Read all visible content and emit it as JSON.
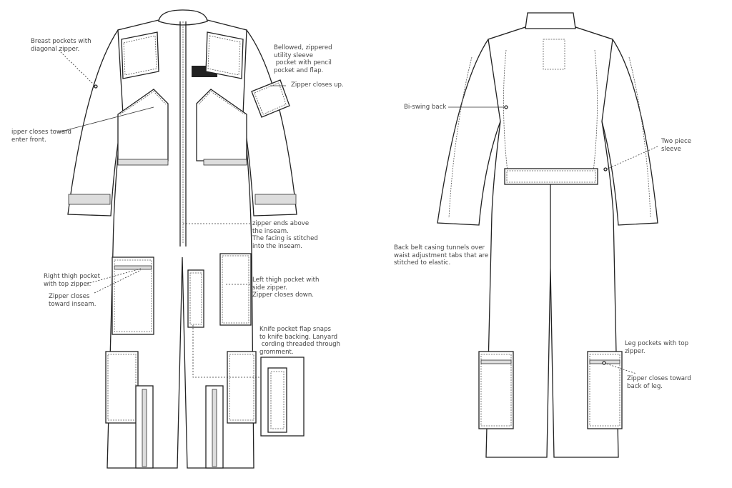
{
  "front_annotations": {
    "breast_pockets": "Breast pockets with\ndiagonal zipper.",
    "zipper_center_front": "ipper closes toward\nenter front.",
    "sleeve_pocket": "Bellowed, zippered\nutility sleeve\n pocket with pencil\npocket and flap.",
    "zipper_closes_up": "Zipper closes up.",
    "zipper_inseam": "zipper ends above\nthe inseam.\nThe facing is stitched\ninto the inseam.",
    "right_thigh_pocket": "Right thigh pocket\nwith top zipper.",
    "zipper_toward_inseam": "Zipper closes\ntoward inseam.",
    "left_thigh_pocket": "Left thigh pocket with\nside zipper.\nZipper closes down.",
    "knife_pocket": "Knife pocket flap snaps\nto knife backing. Lanyard\n cording threaded through\ngromment."
  },
  "back_annotations": {
    "bi_swing": "Bi-swing back",
    "two_piece_sleeve": "Two piece\nsleeve",
    "back_belt": "Back belt casing tunnels over\nwaist adjustment tabs that are\nstitched to elastic.",
    "leg_pockets": "Leg pockets with top\nzipper.",
    "zipper_back_leg": "Zipper closes toward\nback of leg."
  }
}
